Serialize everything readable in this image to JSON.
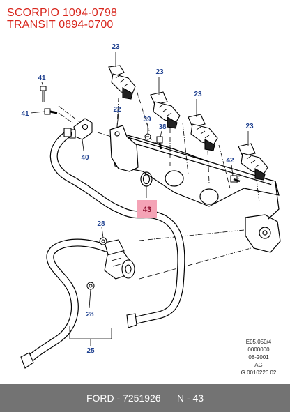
{
  "header": {
    "title_line_1": "SCORPIO 1094-0798",
    "title_line_2": "TRANSIT 0894-0700",
    "title_color": "#d8261d"
  },
  "callouts": {
    "c23": "23",
    "c22": "22",
    "c39": "39",
    "c38": "38",
    "c41": "41",
    "c40": "40",
    "c42": "42",
    "c43": "43",
    "c28": "28",
    "c25": "25"
  },
  "highlight": {
    "label": "43",
    "fill": "#f4a3b6",
    "text_color": "#8b0a2a"
  },
  "callout_color": "#1d3f8f",
  "reference_codes": [
    "E05.050/4",
    "0000000",
    "08-2001",
    "AG",
    "G 0010226 02"
  ],
  "footer": {
    "brand": "FORD",
    "part_number": "7251926",
    "page": "N - 43",
    "separator": " - ",
    "gap": "      "
  }
}
